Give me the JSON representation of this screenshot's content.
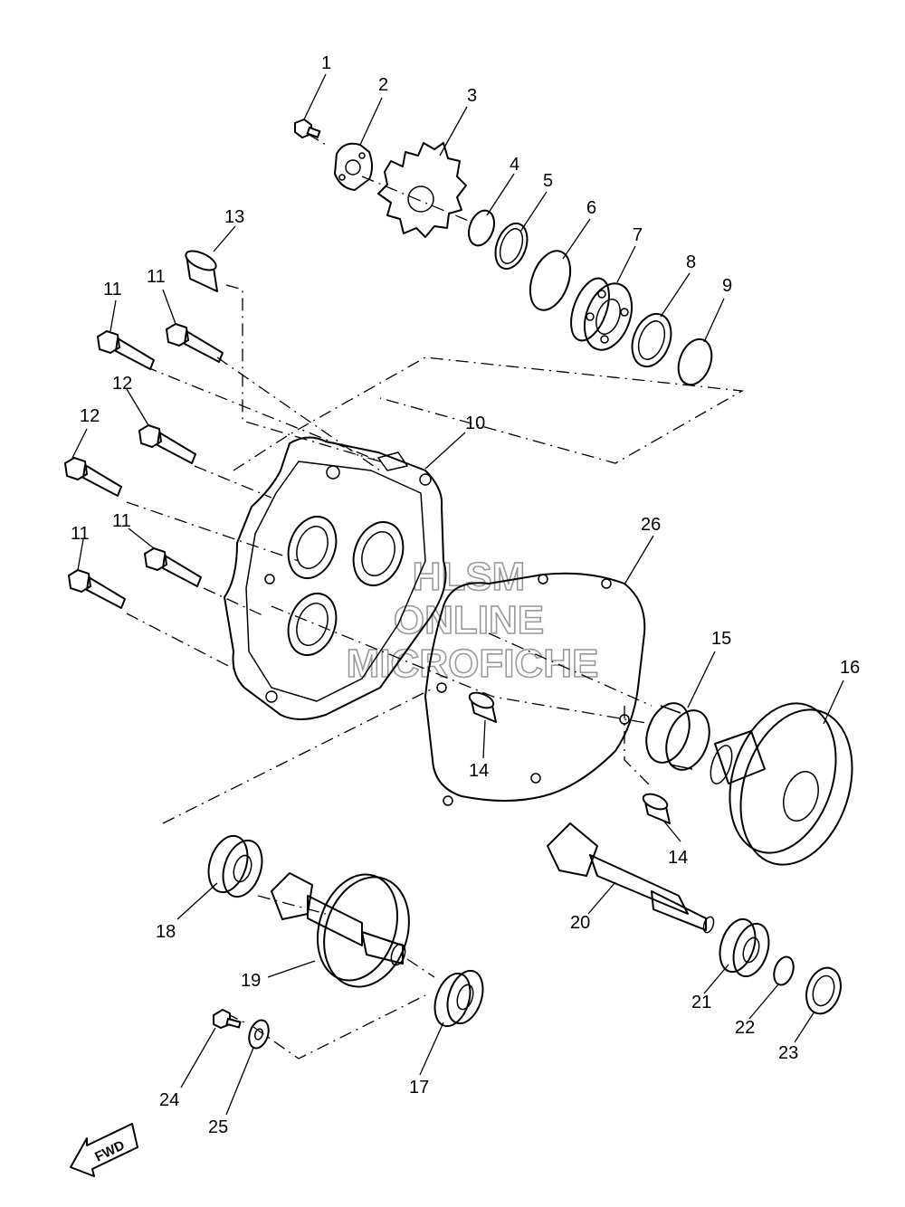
{
  "callouts": [
    {
      "id": "c1",
      "text": "1"
    },
    {
      "id": "c2",
      "text": "2"
    },
    {
      "id": "c3",
      "text": "3"
    },
    {
      "id": "c4",
      "text": "4"
    },
    {
      "id": "c5",
      "text": "5"
    },
    {
      "id": "c6",
      "text": "6"
    },
    {
      "id": "c7",
      "text": "7"
    },
    {
      "id": "c8",
      "text": "8"
    },
    {
      "id": "c9",
      "text": "9"
    },
    {
      "id": "c10",
      "text": "10"
    },
    {
      "id": "c11a",
      "text": "11"
    },
    {
      "id": "c11b",
      "text": "11"
    },
    {
      "id": "c11c",
      "text": "11"
    },
    {
      "id": "c11d",
      "text": "11"
    },
    {
      "id": "c12a",
      "text": "12"
    },
    {
      "id": "c12b",
      "text": "12"
    },
    {
      "id": "c13",
      "text": "13"
    },
    {
      "id": "c14a",
      "text": "14"
    },
    {
      "id": "c14b",
      "text": "14"
    },
    {
      "id": "c15",
      "text": "15"
    },
    {
      "id": "c16",
      "text": "16"
    },
    {
      "id": "c17",
      "text": "17"
    },
    {
      "id": "c18",
      "text": "18"
    },
    {
      "id": "c19",
      "text": "19"
    },
    {
      "id": "c20",
      "text": "20"
    },
    {
      "id": "c21",
      "text": "21"
    },
    {
      "id": "c22",
      "text": "22"
    },
    {
      "id": "c23",
      "text": "23"
    },
    {
      "id": "c24",
      "text": "24"
    },
    {
      "id": "c25",
      "text": "25"
    },
    {
      "id": "c26",
      "text": "26"
    }
  ],
  "watermark": {
    "line1": "HLSM",
    "line2": "ONLINE",
    "line3": "MICROFICHE"
  },
  "direction_marker": {
    "text": "FWD"
  }
}
